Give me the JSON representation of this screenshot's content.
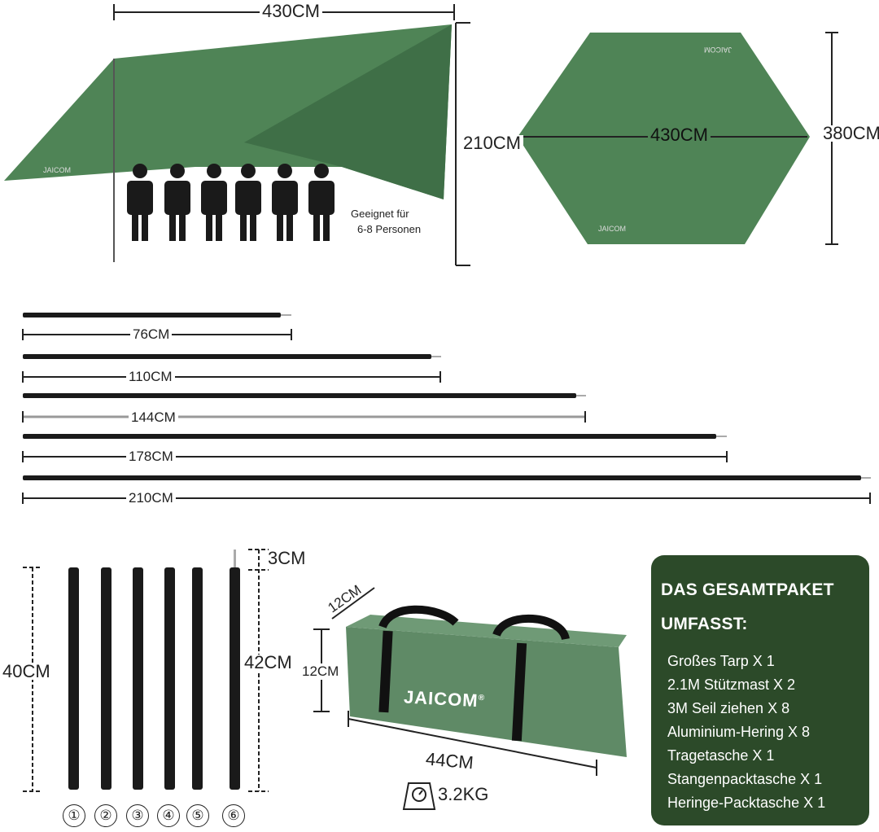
{
  "tarp_side": {
    "width": "430CM",
    "height": "210CM",
    "suitable_line1": "Geeignet für",
    "suitable_line2": "6-8 Personen",
    "brand": "JAICOM"
  },
  "tarp_top": {
    "width": "430CM",
    "depth": "380CM",
    "brand": "JAICOM"
  },
  "poles": [
    {
      "label": "76CM"
    },
    {
      "label": "110CM"
    },
    {
      "label": "144CM"
    },
    {
      "label": "178CM"
    },
    {
      "label": "210CM"
    }
  ],
  "segments": {
    "segment_length": "40CM",
    "tip_length": "3CM",
    "total_length": "42CM",
    "numbers": [
      "①",
      "②",
      "③",
      "④",
      "⑤",
      "⑥"
    ]
  },
  "bag": {
    "brand": "JAICOM",
    "registered": "®",
    "depth": "12CM",
    "height": "12CM",
    "length": "44CM",
    "weight": "3.2KG"
  },
  "package": {
    "title_line1": "DAS GESAMTPAKET",
    "title_line2": "UMFASST:",
    "items": [
      "Großes Tarp X 1",
      "2.1M Stützmast X 2",
      "3M Seil ziehen X 8",
      "Aluminium-Hering X 8",
      "Tragetasche X 1",
      "Stangenpacktasche X 1",
      "Heringe-Packtasche X 1"
    ]
  },
  "colors": {
    "tarp": "#4f8456",
    "tarp_dark": "#3f6f47",
    "box": "#2c4a29"
  }
}
